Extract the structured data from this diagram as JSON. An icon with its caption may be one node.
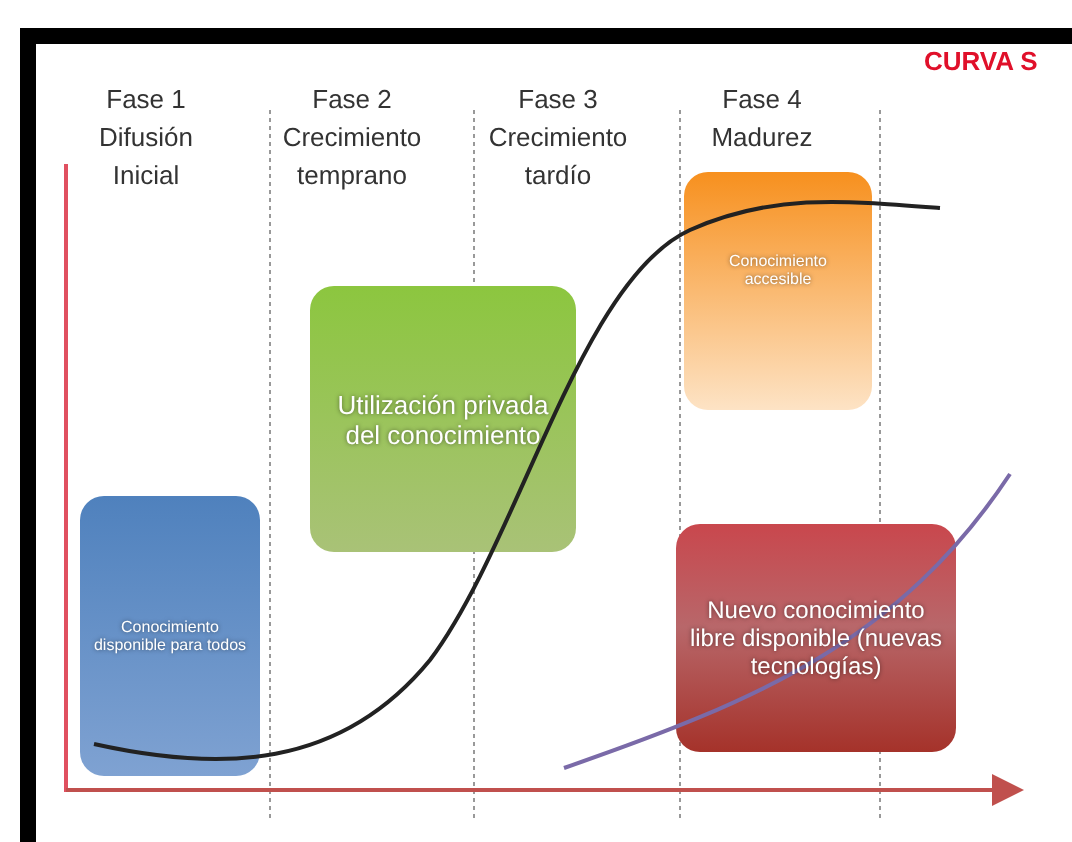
{
  "diagram": {
    "title": "CURVA S",
    "nodes": [
      {
        "text": [
          "Conocimiento disponible para todos"
        ]
      },
      {
        "text": [
          "Utilización privada del conocimiento"
        ]
      },
      {
        "text": [
          "Conocimiento accesible"
        ]
      },
      {
        "text": [
          "Nuevo conocimiento libre disponible (nuevas tecnologías)"
        ]
      }
    ],
    "edges": [],
    "labels": [
      "Fase 1 Difusión Inicial",
      "Fase 2 Crecimiento temprano",
      "Fase 3 Crecimiento tardío",
      "Fase 4 Madurez"
    ]
  }
}
